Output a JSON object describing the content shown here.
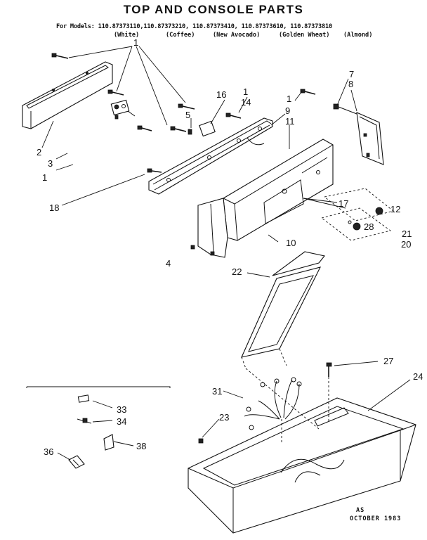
{
  "title": "TOP AND CONSOLE PARTS",
  "models_line": "For Models: 110.87373110,110.87373210, 110.87373410, 110.87373610, 110.87373810",
  "colors": [
    "(White)",
    "(Coffee)",
    "(New Avocado)",
    "(Golden Wheat)",
    "(Almond)"
  ],
  "callouts": [
    "1",
    "2",
    "3",
    "1",
    "16",
    "1",
    "14",
    "5",
    "9",
    "11",
    "7",
    "8",
    "1",
    "18",
    "17",
    "12",
    "28",
    "21",
    "20",
    "10",
    "4",
    "22",
    "27",
    "24",
    "31",
    "23",
    "33",
    "34",
    "36",
    "38"
  ],
  "footer": {
    "as": "AS",
    "date": "OCTOBER 1983"
  }
}
